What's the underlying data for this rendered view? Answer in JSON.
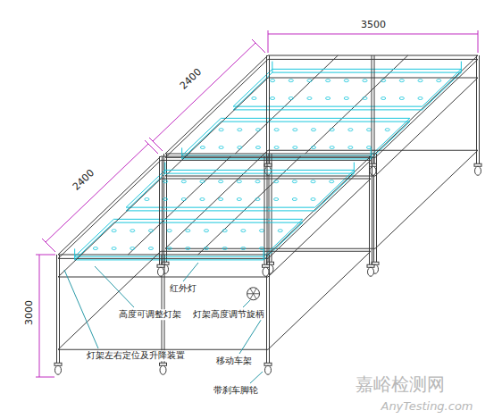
{
  "diagram": {
    "labels": [
      "3500",
      "2400",
      "2400",
      "3000",
      "红外灯",
      "高度可调整灯架",
      "灯架高度调节旋柄",
      "灯架左右定位及升降装置",
      "移动车架",
      "带刹车脚轮",
      "嘉峪检测网",
      "AnyTesting.com"
    ]
  }
}
